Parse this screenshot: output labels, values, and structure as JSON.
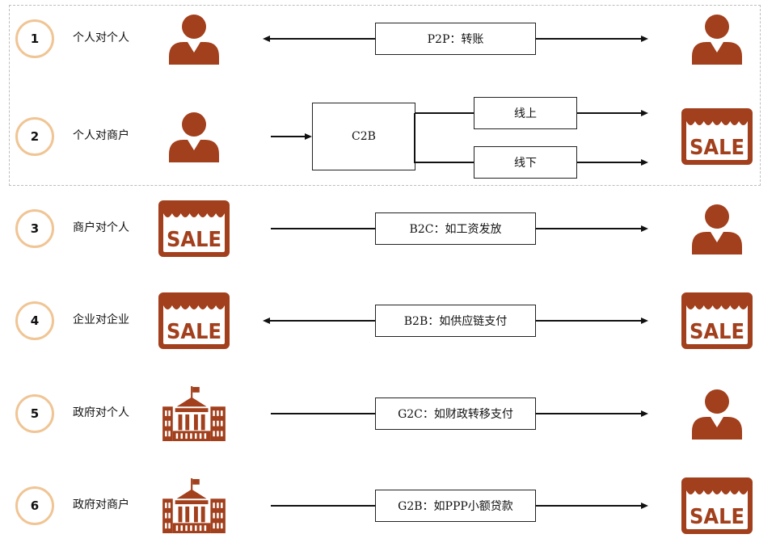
{
  "colors": {
    "icon": "#a23f1c",
    "circle_border": "#f0c595",
    "dashed_border": "#bdbdbd"
  },
  "rows": [
    {
      "number": "1",
      "label": "个人对个人",
      "flow": "P2P：转账",
      "left_icon": "person-icon",
      "right_icon": "person-icon",
      "direction": "both"
    },
    {
      "number": "2",
      "label": "个人对商户",
      "flow": "C2B",
      "branches": [
        "线上",
        "线下"
      ],
      "left_icon": "person-icon",
      "right_icon": "sale-store-icon",
      "direction": "right"
    },
    {
      "number": "3",
      "label": "商户对个人",
      "flow": "B2C：如工资发放",
      "left_icon": "sale-store-icon",
      "right_icon": "person-icon",
      "direction": "right"
    },
    {
      "number": "4",
      "label": "企业对企业",
      "flow": "B2B：如供应链支付",
      "left_icon": "sale-store-icon",
      "right_icon": "sale-store-icon",
      "direction": "both"
    },
    {
      "number": "5",
      "label": "政府对个人",
      "flow": "G2C：如财政转移支付",
      "left_icon": "government-building-icon",
      "right_icon": "person-icon",
      "direction": "right"
    },
    {
      "number": "6",
      "label": "政府对商户",
      "flow": "G2B：如PPP小额贷款",
      "left_icon": "government-building-icon",
      "right_icon": "sale-store-icon",
      "direction": "right"
    }
  ]
}
